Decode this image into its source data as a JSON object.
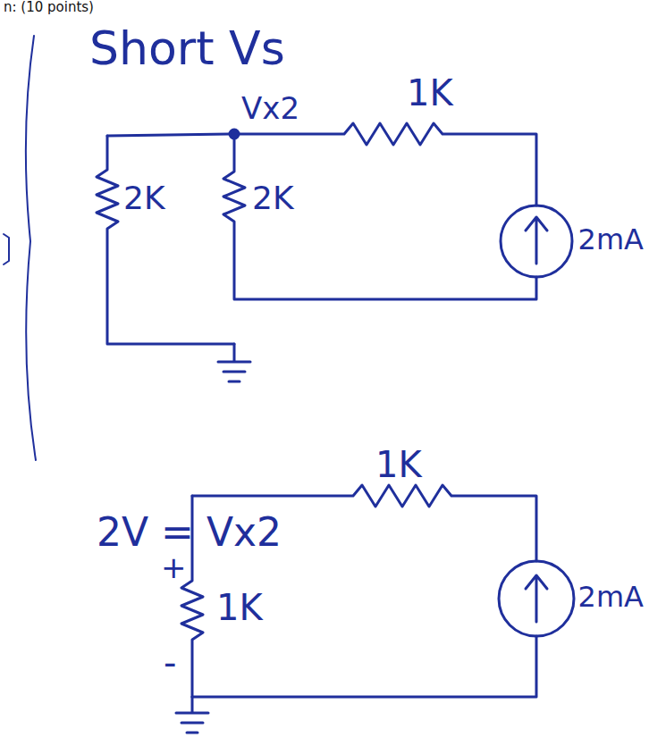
{
  "diagram": {
    "labels": [
      "n: (10 points)",
      "Short Vs",
      "1K",
      "Vx2",
      "2K",
      "2K",
      "2mA",
      "2V = Vx2",
      "1K",
      "+",
      "1K",
      "-",
      "2mA"
    ]
  }
}
